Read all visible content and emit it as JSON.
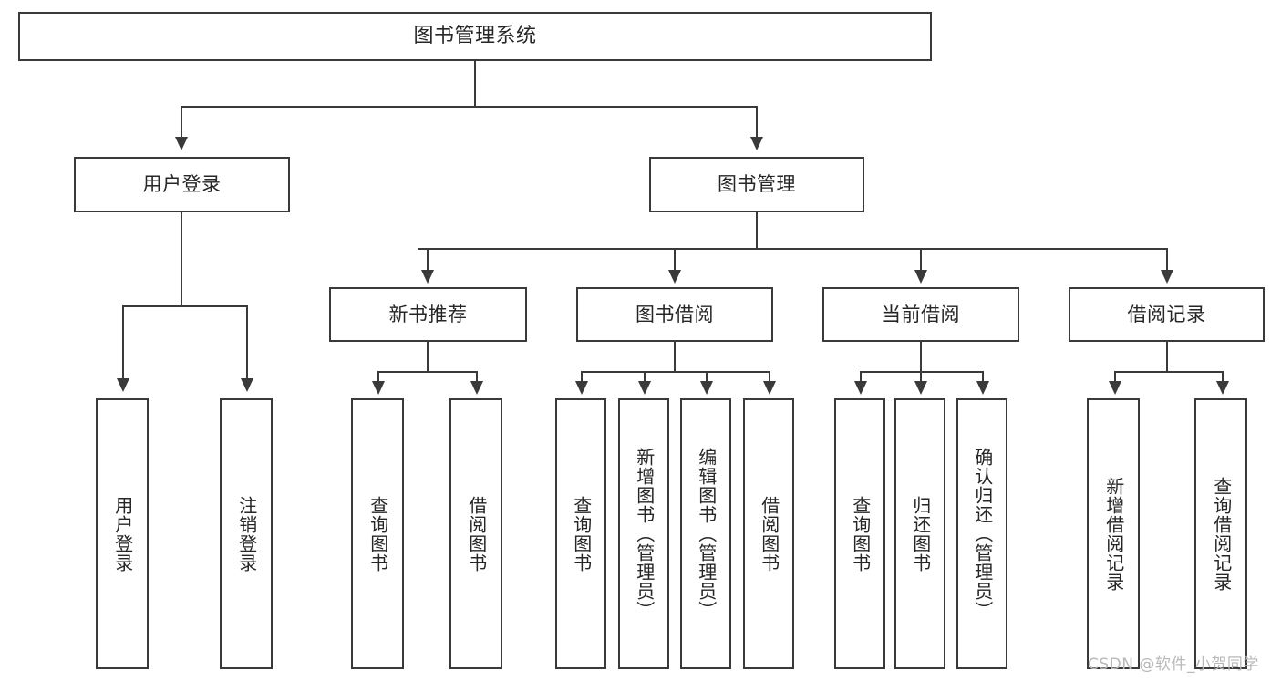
{
  "diagram": {
    "type": "tree-hierarchy",
    "title": "图书管理系统",
    "root": {
      "label": "图书管理系统"
    },
    "level2": [
      {
        "label": "用户登录"
      },
      {
        "label": "图书管理"
      }
    ],
    "level3": [
      {
        "label": "新书推荐"
      },
      {
        "label": "图书借阅"
      },
      {
        "label": "当前借阅"
      },
      {
        "label": "借阅记录"
      }
    ],
    "leaves": {
      "user_login": [
        {
          "label": "用户登录"
        },
        {
          "label": "注销登录"
        }
      ],
      "new_book_recommend": [
        {
          "label": "查询图书"
        },
        {
          "label": "借阅图书"
        }
      ],
      "book_borrow": [
        {
          "label": "查询图书"
        },
        {
          "label": "新增图书（管理员）"
        },
        {
          "label": "编辑图书（管理员）"
        },
        {
          "label": "借阅图书"
        }
      ],
      "current_borrow": [
        {
          "label": "查询图书"
        },
        {
          "label": "归还图书"
        },
        {
          "label": "确认归还（管理员）"
        }
      ],
      "borrow_records": [
        {
          "label": "新增借阅记录"
        },
        {
          "label": "查询借阅记录"
        }
      ]
    },
    "watermark": "CSDN @软件_小贺同学",
    "colors": {
      "stroke": "#3a3a3a",
      "text": "#262626",
      "background": "#ffffff",
      "watermark": "#b9b9b9"
    }
  }
}
